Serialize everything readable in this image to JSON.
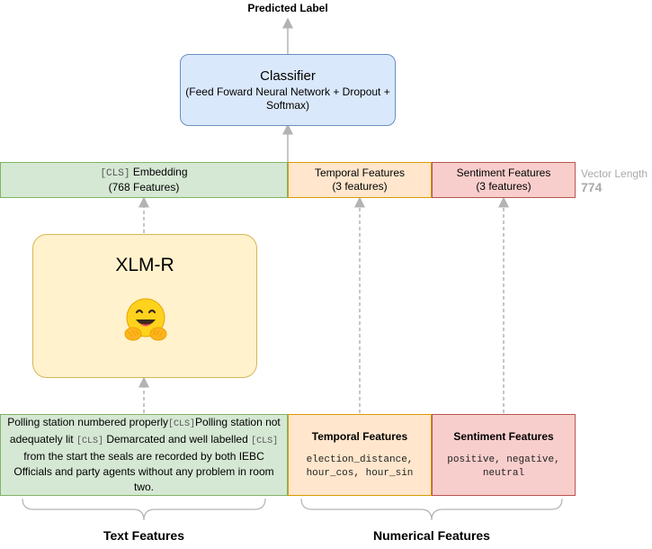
{
  "output": {
    "label": "Predicted Label"
  },
  "classifier": {
    "title": "Classifier",
    "subtitle": "(Feed Foward Neural Network + Dropout + Softmax)"
  },
  "features": {
    "embedding": {
      "tag": "[CLS]",
      "title": "Embedding",
      "count": "(768 Features)"
    },
    "temporal": {
      "title": "Temporal Features",
      "count": "(3 features)"
    },
    "sentiment": {
      "title": "Sentiment Features",
      "count": "(3 features)"
    }
  },
  "vector": {
    "label": "Vector Length",
    "value": "774"
  },
  "encoder": {
    "title": "XLM-R",
    "icon": "hugging-face-emoji"
  },
  "inputs": {
    "text": {
      "part1": "Polling station numbered properly",
      "cls1": "[CLS]",
      "part2": "Polling station not adequately lit",
      "cls2": "[CLS]",
      "part3": "Demarcated and well labelled",
      "cls3": "[CLS]",
      "part4": "from the start the seals are recorded by both IEBC Officials and party agents without any problem in room two."
    },
    "temporal": {
      "title": "Temporal Features",
      "items": "election_distance, hour_cos, hour_sin"
    },
    "sentiment": {
      "title": "Sentiment Features",
      "items": "positive, negative, neutral"
    }
  },
  "groups": {
    "text": "Text Features",
    "numerical": "Numerical Features"
  },
  "colors": {
    "classifier": "#dae8fc",
    "text": "#d5e8d4",
    "temporal": "#ffe6cc",
    "sentiment": "#f8cecc",
    "encoder": "#fff2cc",
    "arrow": "#b3b3b3"
  }
}
